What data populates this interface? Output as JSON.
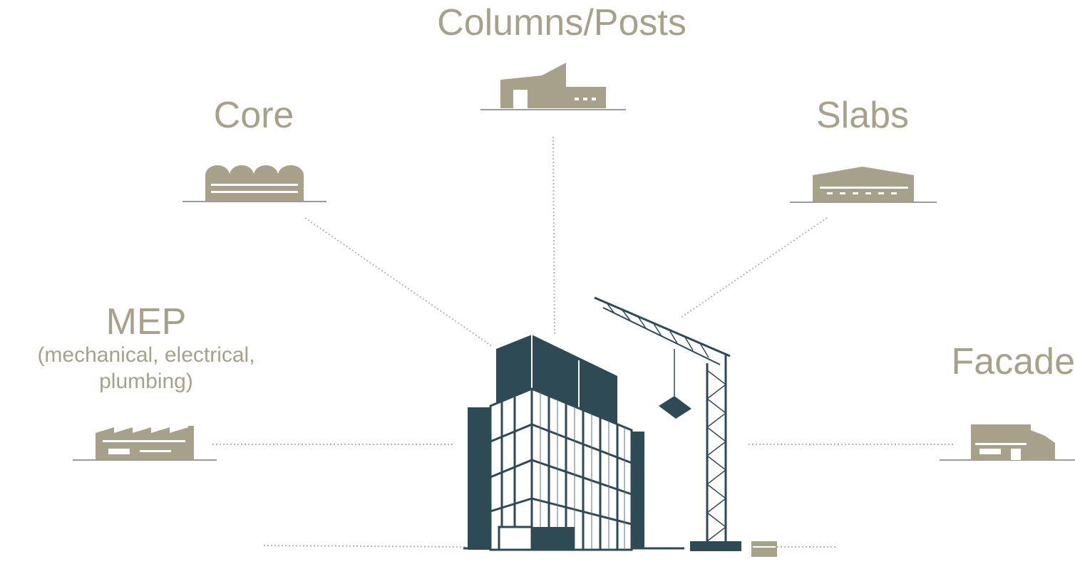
{
  "diagram": {
    "colors": {
      "label_text": "#a8a18a",
      "small_building_fill": "#a8a18a",
      "main_building_fill": "#2e4a55",
      "crane_stroke": "#2e4a55",
      "dotted_line": "#b8b8b8",
      "ground_line": "#9a9a9a"
    },
    "labels": {
      "columns": "Columns/Posts",
      "core": "Core",
      "slabs": "Slabs",
      "mep_title": "MEP",
      "mep_line1": "(mechanical, electrical,",
      "mep_line2": "plumbing)",
      "facade": "Facade"
    },
    "icons": {
      "columns": "warehouse-icon",
      "core": "arched-roof-factory-icon",
      "slabs": "pitched-roof-warehouse-icon",
      "mep": "sawtooth-roof-factory-icon",
      "facade": "stepped-warehouse-icon",
      "center": "office-building-icon",
      "crane": "tower-crane-icon"
    }
  }
}
